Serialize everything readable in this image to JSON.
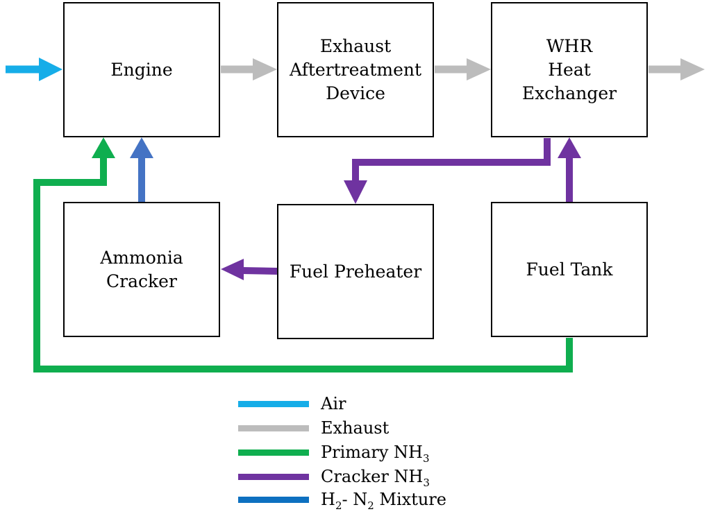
{
  "colors": {
    "air": "#16ade8",
    "exhaust": "#bcbcbc",
    "primary_nh3": "#0fae4f",
    "cracker_nh3": "#6f33a0",
    "h2_n2_mixture": "#4473c4",
    "legend_h2_n2": "#0d70c0"
  },
  "boxes": {
    "engine": "Engine",
    "exhaust_device": [
      "Exhaust",
      "Aftertreatment",
      "Device"
    ],
    "whr": [
      "WHR",
      "Heat",
      "Exchanger"
    ],
    "ammonia_cracker": [
      "Ammonia",
      "Cracker"
    ],
    "fuel_preheater": "Fuel Preheater",
    "fuel_tank": "Fuel Tank"
  },
  "legend": {
    "air": "Air",
    "exhaust": "Exhaust",
    "primary_nh3": {
      "base": "Primary NH",
      "sub": "3"
    },
    "cracker_nh3": {
      "base": "Cracker NH",
      "sub": "3"
    },
    "h2_n2": {
      "part1": "H",
      "sub1": "2",
      "part2": "- N",
      "sub2": "2",
      "part3": " Mixture"
    }
  }
}
